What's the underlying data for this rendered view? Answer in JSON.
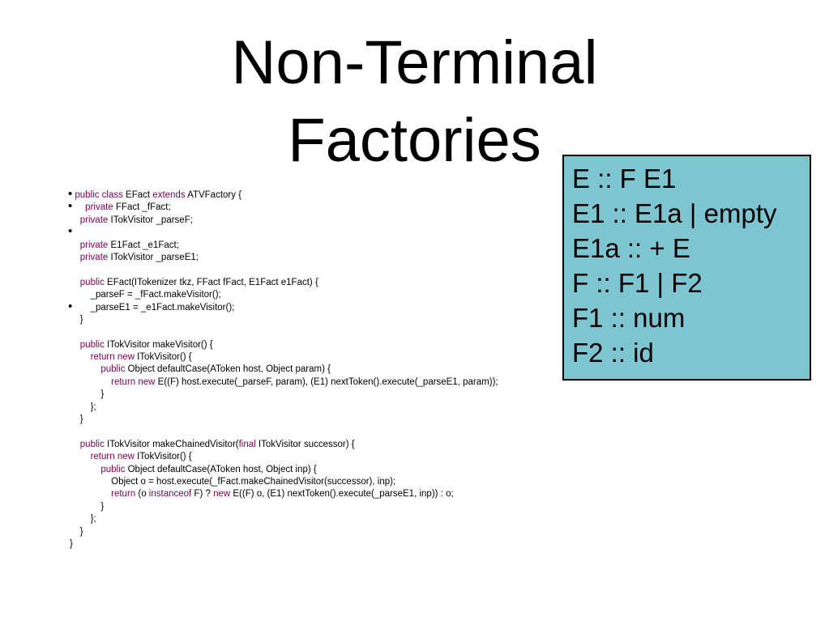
{
  "title": {
    "line1": "Non-Terminal",
    "line2": "Factories"
  },
  "grammar": [
    "E :: F E1",
    "E1 :: E1a | empty",
    "E1a :: + E",
    "F :: F1 | F2",
    "F1 :: num",
    "F2 :: id"
  ],
  "colors": {
    "keyword": "#7f0055",
    "box_fill": "#7ec5d2",
    "box_border": "#000000"
  },
  "code": [
    {
      "indent": "  ",
      "bullet": true,
      "segs": [
        {
          "t": "public",
          "k": true
        },
        {
          "t": " "
        },
        {
          "t": "class",
          "k": true
        },
        {
          "t": " EFact "
        },
        {
          "t": "extends",
          "k": true
        },
        {
          "t": " ATVFactory {"
        }
      ]
    },
    {
      "indent": "    ",
      "bullet": true,
      "segs": [
        {
          "t": "  "
        },
        {
          "t": "private",
          "k": true
        },
        {
          "t": " FFact _fFact;"
        }
      ]
    },
    {
      "indent": "    ",
      "segs": [
        {
          "t": "private",
          "k": true
        },
        {
          "t": " ITokVisitor _parseF;"
        }
      ]
    },
    {
      "indent": "",
      "bullet": true,
      "segs": []
    },
    {
      "indent": "    ",
      "segs": [
        {
          "t": "private",
          "k": true
        },
        {
          "t": " E1Fact _e1Fact;"
        }
      ]
    },
    {
      "indent": "    ",
      "segs": [
        {
          "t": "private",
          "k": true
        },
        {
          "t": " ITokVisitor _parseE1;"
        }
      ]
    },
    {
      "indent": "",
      "segs": []
    },
    {
      "indent": "    ",
      "segs": [
        {
          "t": "public",
          "k": true
        },
        {
          "t": " EFact(ITokenizer tkz, FFact fFact, E1Fact e1Fact) {"
        }
      ]
    },
    {
      "indent": "        ",
      "segs": [
        {
          "t": "_parseF = _fFact.makeVisitor();"
        }
      ]
    },
    {
      "indent": "        ",
      "bullet": true,
      "segs": [
        {
          "t": "_parseE1 = _e1Fact.makeVisitor();"
        }
      ]
    },
    {
      "indent": "    ",
      "segs": [
        {
          "t": "}"
        }
      ]
    },
    {
      "indent": "",
      "segs": []
    },
    {
      "indent": "    ",
      "segs": [
        {
          "t": "public",
          "k": true
        },
        {
          "t": " ITokVisitor makeVisitor() {"
        }
      ]
    },
    {
      "indent": "        ",
      "segs": [
        {
          "t": "return",
          "k": true
        },
        {
          "t": " "
        },
        {
          "t": "new",
          "k": true
        },
        {
          "t": " ITokVisitor() {"
        }
      ]
    },
    {
      "indent": "            ",
      "segs": [
        {
          "t": "public",
          "k": true
        },
        {
          "t": " Object defaultCase(AToken host, Object param) {"
        }
      ]
    },
    {
      "indent": "                ",
      "segs": [
        {
          "t": "return",
          "k": true
        },
        {
          "t": " "
        },
        {
          "t": "new",
          "k": true
        },
        {
          "t": " E((F) host.execute(_parseF, param), (E1) nextToken().execute(_parseE1, param));"
        }
      ]
    },
    {
      "indent": "            ",
      "segs": [
        {
          "t": "}"
        }
      ]
    },
    {
      "indent": "        ",
      "segs": [
        {
          "t": "};"
        }
      ]
    },
    {
      "indent": "    ",
      "segs": [
        {
          "t": "}"
        }
      ]
    },
    {
      "indent": "",
      "segs": []
    },
    {
      "indent": "    ",
      "segs": [
        {
          "t": "public",
          "k": true
        },
        {
          "t": " ITokVisitor makeChainedVisitor("
        },
        {
          "t": "final",
          "k": true
        },
        {
          "t": " ITokVisitor successor) {"
        }
      ]
    },
    {
      "indent": "        ",
      "segs": [
        {
          "t": "return",
          "k": true
        },
        {
          "t": " "
        },
        {
          "t": "new",
          "k": true
        },
        {
          "t": " ITokVisitor() {"
        }
      ]
    },
    {
      "indent": "            ",
      "segs": [
        {
          "t": "public",
          "k": true
        },
        {
          "t": " Object defaultCase(AToken host, Object inp) {"
        }
      ]
    },
    {
      "indent": "                ",
      "segs": [
        {
          "t": "Object o = host.execute(_fFact.makeChainedVisitor(successor), inp);"
        }
      ]
    },
    {
      "indent": "                ",
      "segs": [
        {
          "t": "return",
          "k": true
        },
        {
          "t": " (o "
        },
        {
          "t": "instanceof",
          "k": true
        },
        {
          "t": " F) ? "
        },
        {
          "t": "new",
          "k": true
        },
        {
          "t": " E((F) o, (E1) nextToken().execute(_parseE1, inp)) : o;"
        }
      ]
    },
    {
      "indent": "            ",
      "segs": [
        {
          "t": "}"
        }
      ]
    },
    {
      "indent": "        ",
      "segs": [
        {
          "t": "};"
        }
      ]
    },
    {
      "indent": "    ",
      "segs": [
        {
          "t": "}"
        }
      ]
    },
    {
      "indent": "",
      "segs": [
        {
          "t": "}"
        }
      ]
    }
  ]
}
